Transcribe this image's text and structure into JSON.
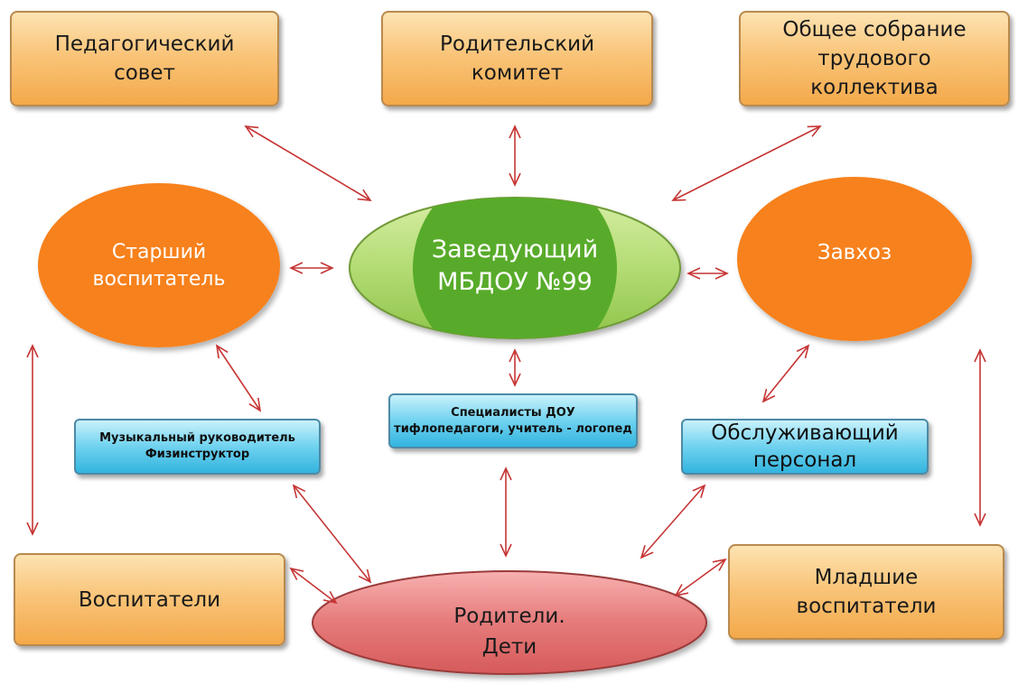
{
  "colors": {
    "arrow": "#c63535",
    "orange_ellipse": "#f7811c",
    "green_outer": "#a6d460",
    "green_inner": "#58ab2a",
    "pink": "#e06d6d"
  },
  "nodes": {
    "ped_sovet": "Педагогический\nсовет",
    "rod_komitet": "Родительский\nкомитет",
    "obshee_sobranie": "Общее собрание\nтрудового\nколлектива",
    "starshiy_vospitatel": "Старший\nвоспитатель",
    "zaveduyushiy": "Заведующий\nМБДОУ №99",
    "zavhoz": "Завхоз",
    "muz_ruk": "Музыкальный руководитель\nФизинструктор",
    "specialisty": "Специалисты ДОУ\nтифлопедагоги, учитель - логопед",
    "obsluzh_personal": "Обслуживающий\nперсонал",
    "vospitateli": "Воспитатели",
    "roditeli_deti": "Родители.\nДети",
    "mladshie_vospitateli": "Младшие\nвоспитатели"
  }
}
